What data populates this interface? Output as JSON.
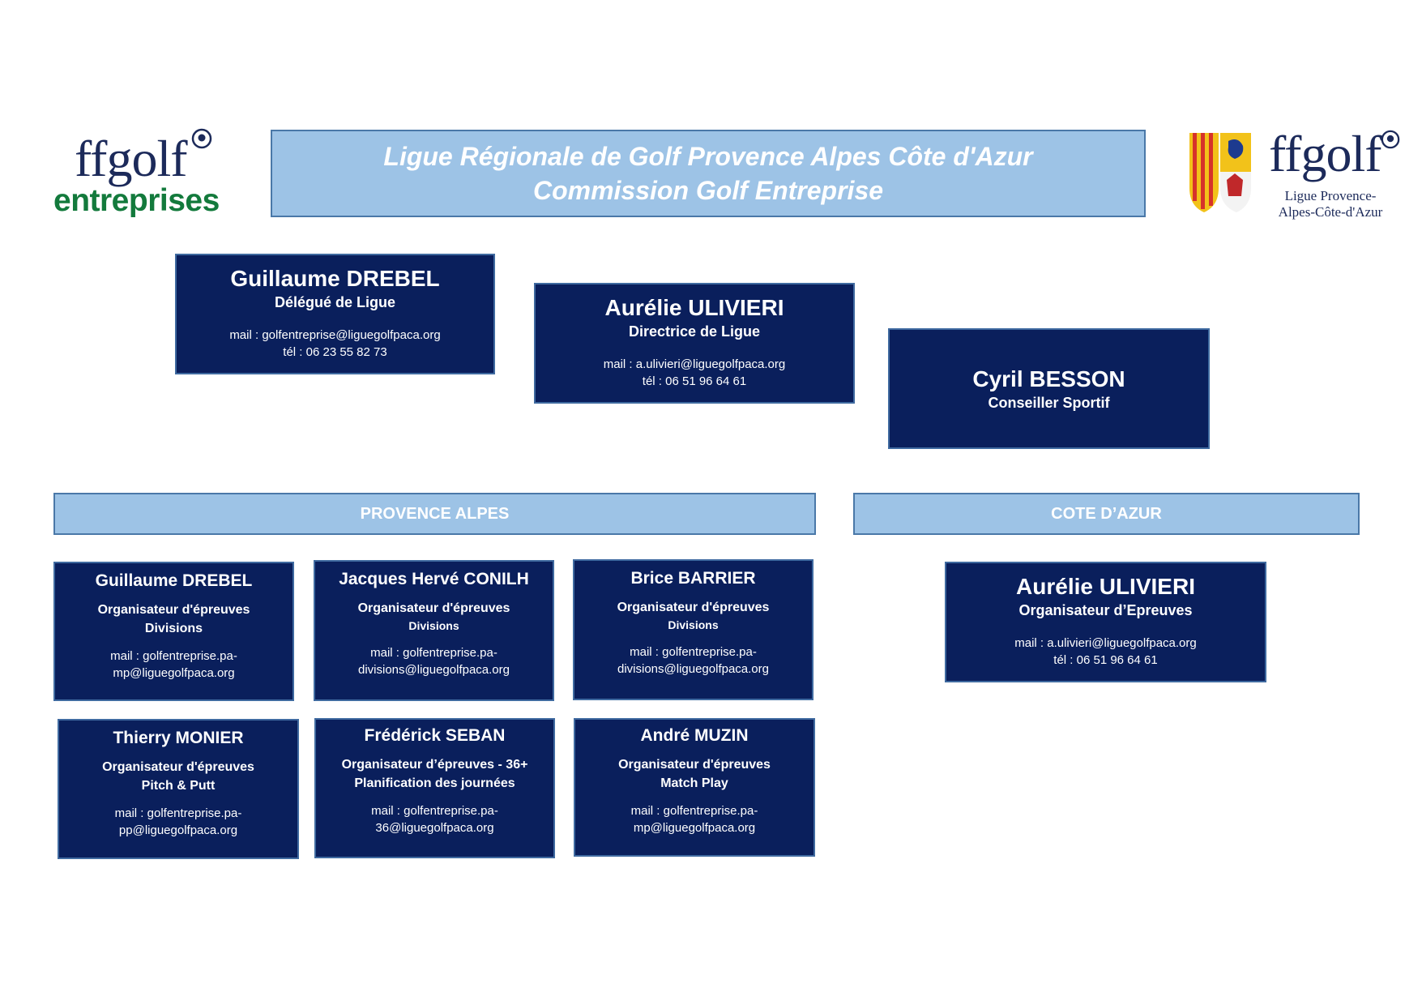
{
  "logos": {
    "left": {
      "word": "ffgolf",
      "sub": "entreprises"
    },
    "right": {
      "word": "ffgolf",
      "line1": "Ligue Provence-",
      "line2": "Alpes-Côte-d'Azur"
    }
  },
  "header": {
    "title_line1": "Ligue Régionale de Golf Provence Alpes Côte d'Azur",
    "title_line2": "Commission Golf Entreprise"
  },
  "top": [
    {
      "name": "Guillaume DREBEL",
      "role": "Délégué de Ligue",
      "mail": "mail : golfentreprise@liguegolfpaca.org",
      "tel": "tél : 06 23 55 82 73"
    },
    {
      "name": "Aurélie ULIVIERI",
      "role": "Directrice de Ligue",
      "mail": "mail : a.ulivieri@liguegolfpaca.org",
      "tel": "tél : 06 51 96 64 61"
    },
    {
      "name": "Cyril BESSON",
      "role": "Conseiller Sportif"
    }
  ],
  "regions": {
    "provence": "PROVENCE ALPES",
    "cote": "COTE D’AZUR"
  },
  "provence_cards": [
    {
      "name": "Guillaume DREBEL",
      "role1": "Organisateur d'épreuves",
      "role2": "Divisions",
      "mail1": "mail : golfentreprise.pa-",
      "mail2": "mp@liguegolfpaca.org"
    },
    {
      "name": "Jacques Hervé CONILH",
      "role1": "Organisateur d'épreuves",
      "role2": "Divisions",
      "mail1": "mail : golfentreprise.pa-",
      "mail2": "divisions@liguegolfpaca.org"
    },
    {
      "name": "Brice BARRIER",
      "role1": "Organisateur d'épreuves",
      "role2": "Divisions",
      "mail1": "mail : golfentreprise.pa-",
      "mail2": "divisions@liguegolfpaca.org"
    },
    {
      "name": "Thierry MONIER",
      "role1": "Organisateur d'épreuves",
      "role2": "Pitch & Putt",
      "mail1": "mail : golfentreprise.pa-",
      "mail2": "pp@liguegolfpaca.org"
    },
    {
      "name": "Frédérick SEBAN",
      "role1": "Organisateur d’épreuves - 36+",
      "role2": "Planification des journées",
      "mail1": "mail : golfentreprise.pa-",
      "mail2": "36@liguegolfpaca.org"
    },
    {
      "name": "André MUZIN",
      "role1": "Organisateur d'épreuves",
      "role2": "Match Play",
      "mail1": "mail : golfentreprise.pa-",
      "mail2": "mp@liguegolfpaca.org"
    }
  ],
  "cote_card": {
    "name": "Aurélie ULIVIERI",
    "role": "Organisateur d’Epreuves",
    "mail": "mail : a.ulivieri@liguegolfpaca.org",
    "tel": "tél : 06 51 96 64 61"
  },
  "colors": {
    "card": "#0a1f5c",
    "banner": "#9dc3e6",
    "border": "#3f6aa0",
    "logo_green": "#137a3c",
    "logo_navy": "#1c2a5a"
  }
}
